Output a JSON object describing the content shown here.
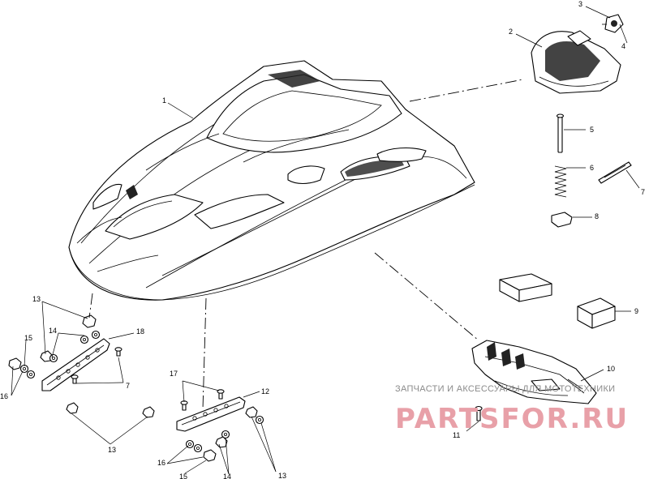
{
  "callouts": {
    "c1": "1",
    "c2": "2",
    "c3": "3",
    "c4": "4",
    "c5": "5",
    "c6": "6",
    "c7": "7",
    "c8": "8",
    "c9": "9",
    "c10": "10",
    "c11": "11",
    "c12": "12",
    "c13a": "13",
    "c13b": "13",
    "c13c": "13",
    "c14a": "14",
    "c14b": "14",
    "c15a": "15",
    "c15b": "15",
    "c16a": "16",
    "c16b": "16",
    "c17": "17",
    "c18": "18",
    "c7b": "7"
  },
  "watermark": {
    "tagline": "ЗАПЧАСТИ И АКСЕССУАРЫ ДЛЯ МОТОТЕХНИКИ",
    "brand": "PARTSFOR.RU"
  }
}
